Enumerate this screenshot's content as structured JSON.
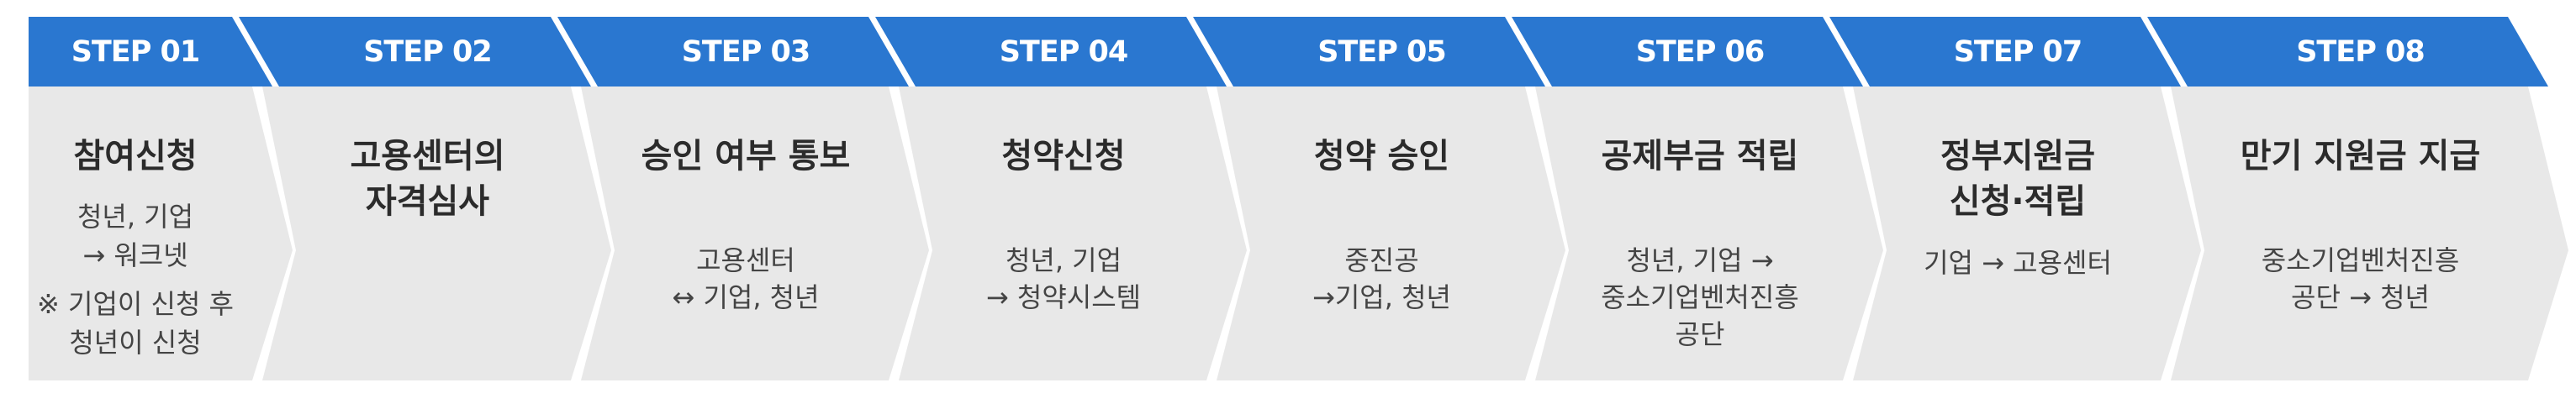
{
  "colors": {
    "header": "#2a77d0",
    "body": "#e8e8e8",
    "text": "#333333"
  },
  "steps": [
    {
      "label": "STEP 01",
      "title": [
        "참여신청"
      ],
      "desc": [
        "청년, 기업",
        "→ 워크넷",
        "※ 기업이 신청 후",
        "청년이 신청"
      ]
    },
    {
      "label": "STEP 02",
      "title": [
        "고용센터의",
        "자격심사"
      ],
      "desc": []
    },
    {
      "label": "STEP 03",
      "title": [
        "승인 여부 통보"
      ],
      "desc": [
        "고용센터",
        "↔ 기업, 청년"
      ]
    },
    {
      "label": "STEP 04",
      "title": [
        "청약신청"
      ],
      "desc": [
        "청년, 기업",
        "→ 청약시스템"
      ]
    },
    {
      "label": "STEP 05",
      "title": [
        "청약 승인"
      ],
      "desc": [
        "중진공",
        "→기업, 청년"
      ]
    },
    {
      "label": "STEP 06",
      "title": [
        "공제부금 적립"
      ],
      "desc": [
        "청년, 기업 →",
        "중소기업벤처진흥",
        "공단"
      ]
    },
    {
      "label": "STEP 07",
      "title": [
        "정부지원금",
        "신청·적립"
      ],
      "desc": [
        "기업 → 고용센터"
      ]
    },
    {
      "label": "STEP 08",
      "title": [
        "만기 지원금 지급"
      ],
      "desc": [
        "중소기업벤처진흥",
        "공단 → 청년"
      ]
    }
  ]
}
